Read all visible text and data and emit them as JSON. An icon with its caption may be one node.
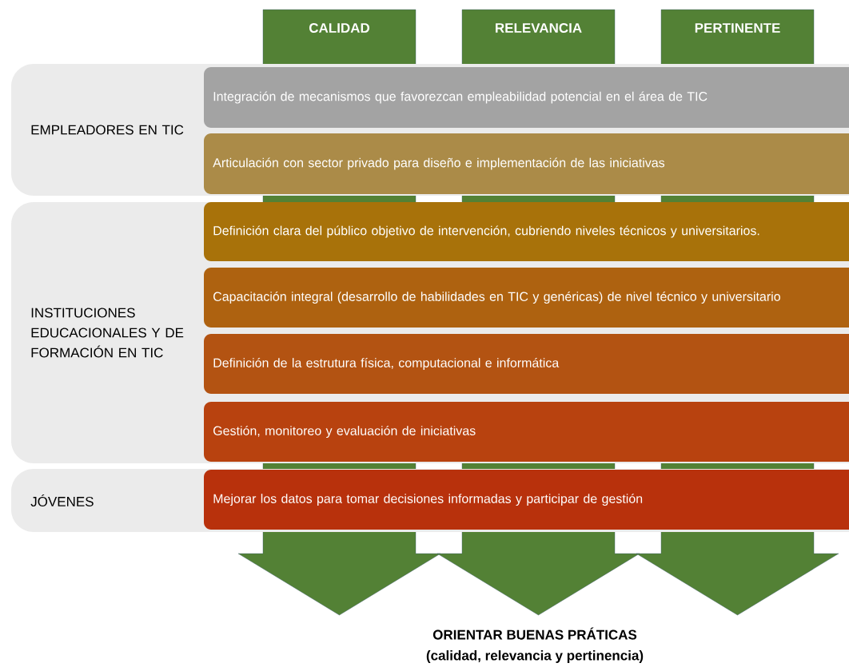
{
  "diagram": {
    "nodes": [
      {
        "text": [
          "CALIDAD"
        ]
      },
      {
        "text": [
          "RELEVANCIA"
        ]
      },
      {
        "text": [
          "PERTINENTE"
        ]
      },
      {
        "text": [
          "EMPLEADORES EN TIC"
        ]
      },
      {
        "text": [
          "Integración de mecanismos que favorezcan empleabilidad potencial en el área de TIC"
        ],
        "in": 3
      },
      {
        "text": [
          "Articulación con sector privado para diseño e implementación de las iniciativas"
        ],
        "in": 3
      },
      {
        "text": [
          "INSTITUCIONES EDUCACIONALES Y DE FORMACIÓN EN TIC"
        ]
      },
      {
        "text": [
          "Definición clara del público objetivo de intervención, cubriendo niveles técnicos y universitarios."
        ],
        "in": 6
      },
      {
        "text": [
          "Capacitación integral (desarrollo de habilidades en TIC y genéricas) de nivel técnico y universitario"
        ],
        "in": 6
      },
      {
        "text": [
          "Definición de la estrutura física, computacional e informática"
        ],
        "in": 6
      },
      {
        "text": [
          "Gestión, monitoreo y evaluación de iniciativas"
        ],
        "in": 6
      },
      {
        "text": [
          "JÓVENES"
        ]
      },
      {
        "text": [
          "Mejorar los datos para tomar decisiones informadas y participar de gestión"
        ],
        "in": 11
      }
    ],
    "edges": [],
    "labels": [
      "ORIENTAR BUENAS PRÁTICAS",
      "(calidad, relevancia y pertinencia)"
    ]
  }
}
